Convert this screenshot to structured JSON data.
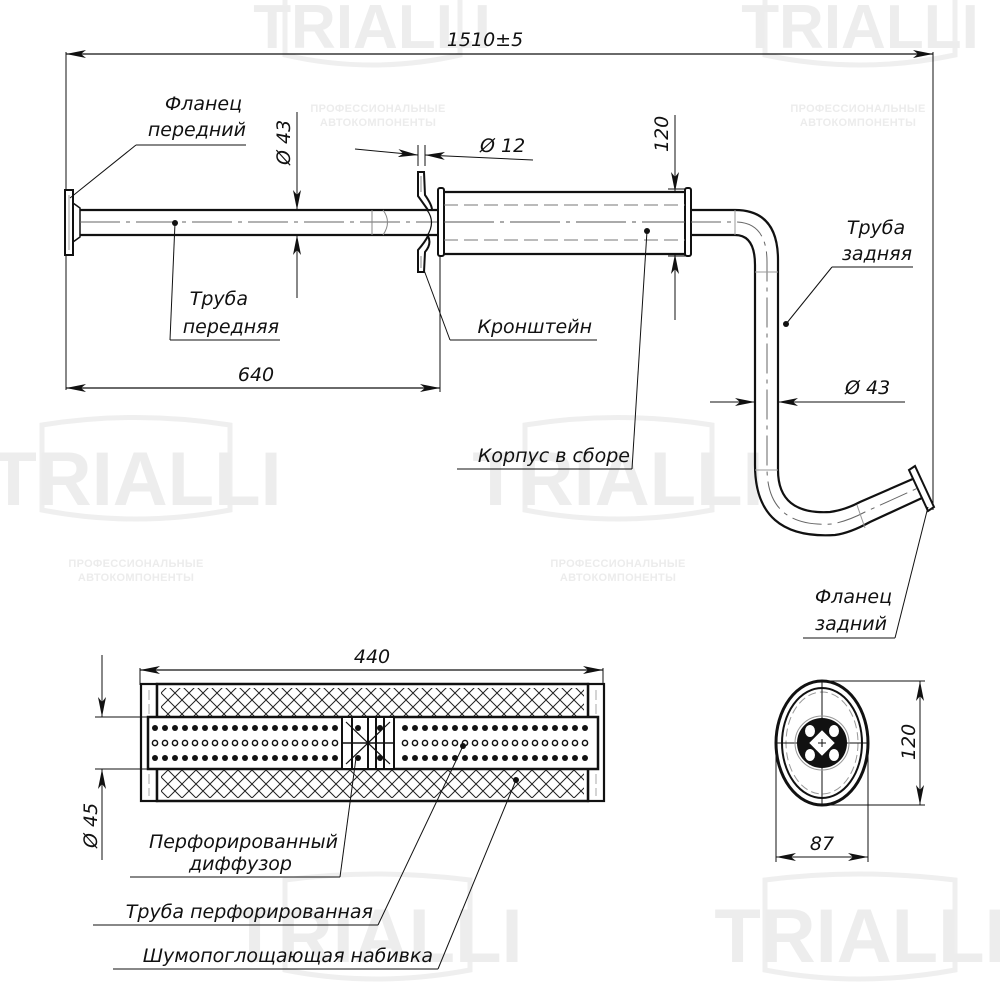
{
  "drawing": {
    "watermark": {
      "brand": "TRIALLI",
      "tagline_line1": "ПРОФЕССИОНАЛЬНЫЕ",
      "tagline_line2": "АВТОКОМПОНЕНТЫ",
      "color": "#ededed"
    },
    "dimensions": {
      "overall_length": "1510±5",
      "front_pipe_length": "640",
      "front_pipe_diameter": "Ø 43",
      "bracket_diameter": "Ø 12",
      "muffler_height": "120",
      "rear_pipe_diameter": "Ø 43",
      "section_length": "440",
      "inner_pipe_diameter": "Ø 45",
      "end_view_height": "120",
      "end_view_width": "87"
    },
    "labels": {
      "front_flange_line1": "Фланец",
      "front_flange_line2": "передний",
      "front_pipe_line1": "Труба",
      "front_pipe_line2": "передняя",
      "bracket": "Кронштейн",
      "body_assembly": "Корпус в сборе",
      "rear_pipe_line1": "Труба",
      "rear_pipe_line2": "задняя",
      "rear_flange_line1": "Фланец",
      "rear_flange_line2": "задний",
      "perforated_diffuser_line1": "Перфорированный",
      "perforated_diffuser_line2": "диффузор",
      "perforated_pipe": "Труба перфорированная",
      "sound_absorbing_packing": "Шумопоглощающая набивка"
    },
    "colors": {
      "line": "#111111",
      "center_line": "#555555",
      "background": "#ffffff"
    }
  }
}
